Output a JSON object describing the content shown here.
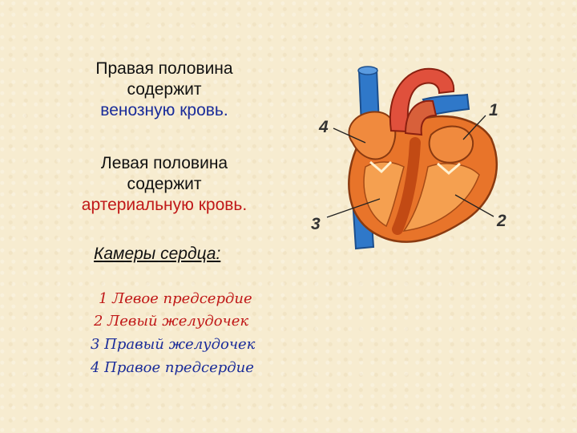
{
  "right_half": {
    "line1": "Правая половина",
    "line2": "содержит",
    "line3": "венозную кровь."
  },
  "left_half": {
    "line1": "Левая половина",
    "line2": "содержит",
    "line3": "артериальную кровь."
  },
  "chambers": {
    "title": "Камеры сердца:",
    "items": [
      "1 Левое предсердие",
      "2 Левый желудочек",
      "3 Правый желудочек",
      "4 Правое предсердие"
    ]
  },
  "diagram_labels": [
    "1",
    "2",
    "3",
    "4"
  ],
  "colors": {
    "background": "#f7ecd0",
    "arterial_text": "#c01818",
    "venous_text": "#1a2c9a",
    "vein_blue": "#2f78c9",
    "heart_muscle": "#e8742a"
  }
}
